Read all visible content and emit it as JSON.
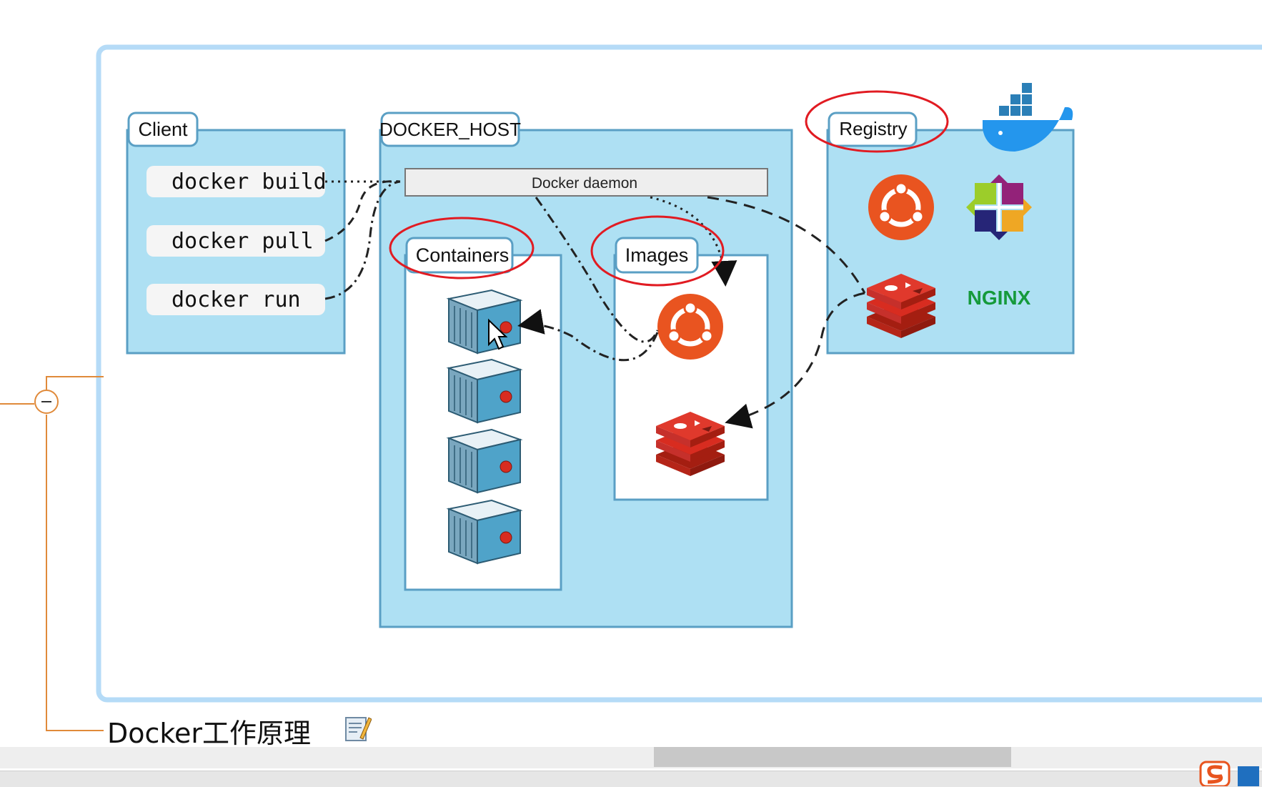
{
  "diagram": {
    "client": {
      "label": "Client",
      "commands": [
        "docker build",
        "docker pull",
        "docker run"
      ]
    },
    "docker_host": {
      "label": "DOCKER_HOST",
      "daemon": "Docker daemon",
      "containers_label": "Containers",
      "images_label": "Images"
    },
    "registry": {
      "label": "Registry",
      "nginx_text": "NGINX"
    }
  },
  "topic": {
    "title": "Docker工作原理"
  },
  "colors": {
    "panel_fill": "#aee0f3",
    "panel_stroke": "#5a9fc4",
    "frame_blue": "#b5dbf7",
    "highlight_red": "#e11b22",
    "ubuntu_orange": "#e95420",
    "redis_red": "#d82c20",
    "nginx_green": "#159a3b",
    "mindmap_orange": "#e08a3a"
  },
  "icons": [
    "docker-whale-icon",
    "ubuntu-icon",
    "centos-icon",
    "redis-icon",
    "nginx-logo",
    "container-icon",
    "mouse-cursor-icon",
    "note-icon",
    "collapse-icon",
    "ime-sogou-icon"
  ]
}
